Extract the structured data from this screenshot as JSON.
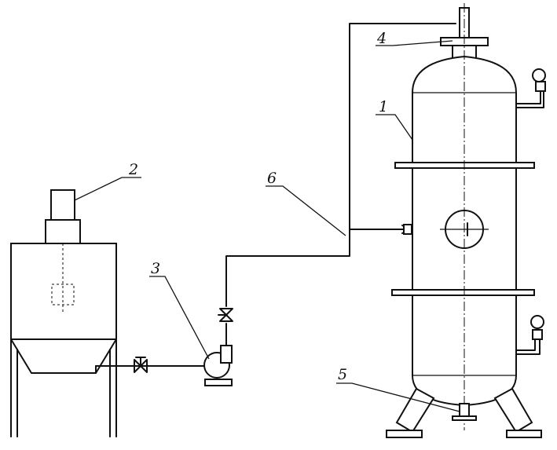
{
  "labels": {
    "vessel": "1",
    "dust_collector": "2",
    "pump": "3",
    "top_outlet": "4",
    "bottom_drain": "5",
    "feed_pipe": "6"
  }
}
